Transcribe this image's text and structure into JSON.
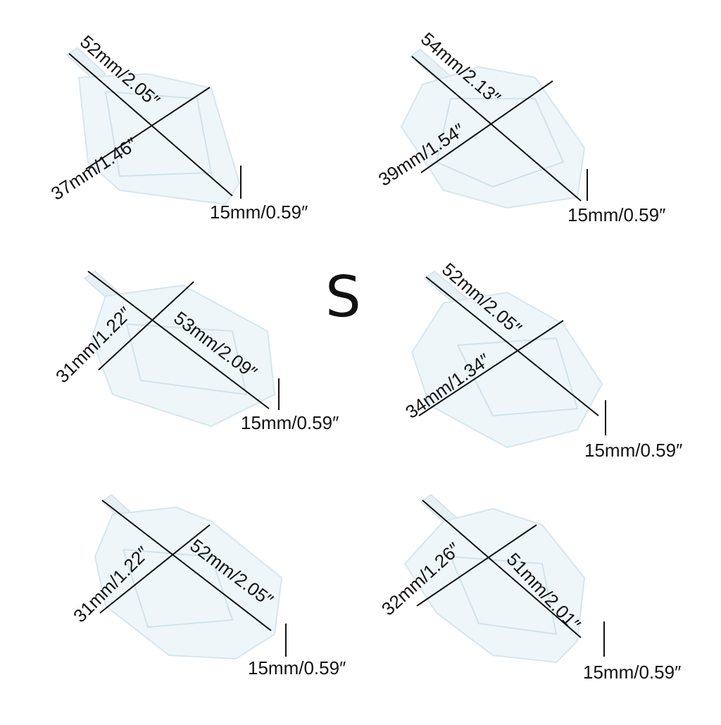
{
  "size_label": "S",
  "molds": [
    {
      "diag_a": "52mm/2.05″",
      "diag_b": "37mm/1.46″",
      "height": "15mm/0.59″"
    },
    {
      "diag_a": "54mm/2.13″",
      "diag_b": "39mm/1.54″",
      "height": "15mm/0.59″"
    },
    {
      "diag_a": "53mm/2.09″",
      "diag_b": "31mm/1.22″",
      "height": "15mm/0.59″"
    },
    {
      "diag_a": "52mm/2.05″",
      "diag_b": "34mm/1.34″",
      "height": "15mm/0.59″"
    },
    {
      "diag_a": "52mm/2.05″",
      "diag_b": "31mm/1.22″",
      "height": "15mm/0.59″"
    },
    {
      "diag_a": "51mm/2.01″",
      "diag_b": "32mm/1.26″",
      "height": "15mm/0.59″"
    }
  ],
  "colors": {
    "mold_fill": "#eef6fa",
    "line": "#111111"
  }
}
